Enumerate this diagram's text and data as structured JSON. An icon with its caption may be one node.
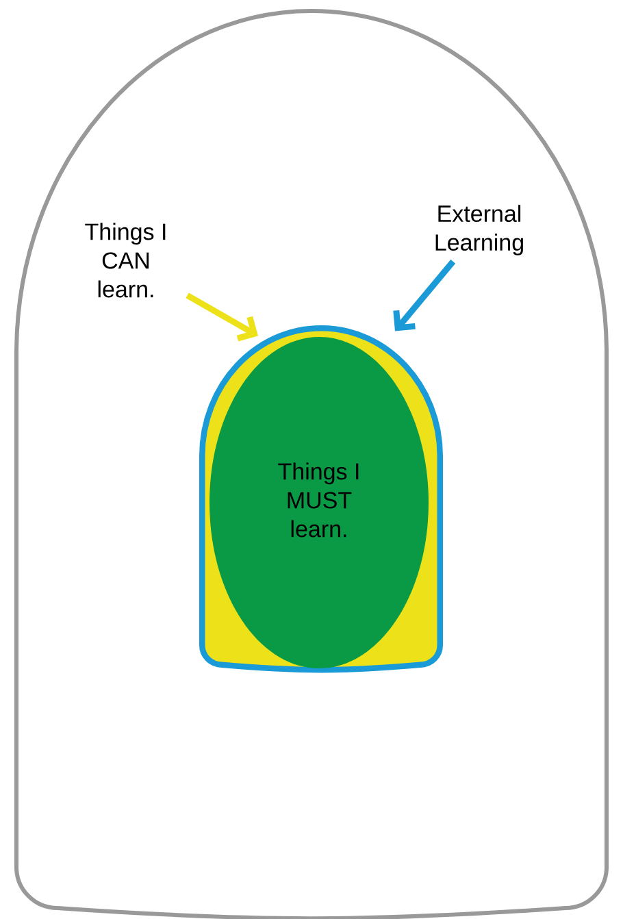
{
  "diagram": {
    "nodes": [
      {
        "text": [],
        "shape": "dome"
      },
      {
        "text": [
          "Things I CAN learn."
        ],
        "in": 0
      },
      {
        "text": [
          "External Learning"
        ],
        "in": 0
      },
      {
        "text": [],
        "shape": "dome",
        "in": 0
      },
      {
        "text": [],
        "shape": "dome",
        "in": 3
      },
      {
        "text": [
          "Things I MUST learn."
        ],
        "in": 4
      }
    ],
    "edges": [
      {
        "from": 1,
        "to": 4,
        "arrow": "to",
        "color": "#ede21a"
      },
      {
        "from": 2,
        "to": 3,
        "arrow": "to",
        "color": "#1a9ad6"
      }
    ]
  }
}
